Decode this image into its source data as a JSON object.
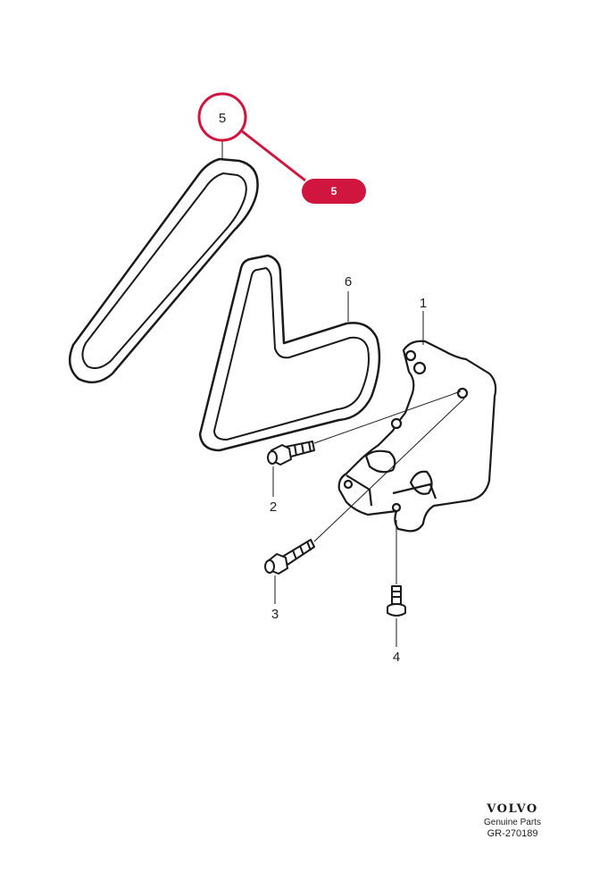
{
  "callouts": {
    "c1": "1",
    "c2": "2",
    "c3": "3",
    "c4": "4",
    "c5": "5",
    "c6": "6"
  },
  "highlight": {
    "badge_label": "5",
    "color": "#d0163e"
  },
  "branding": {
    "logo": "VOLVO",
    "subtitle": "Genuine Parts",
    "code": "GR-270189"
  }
}
